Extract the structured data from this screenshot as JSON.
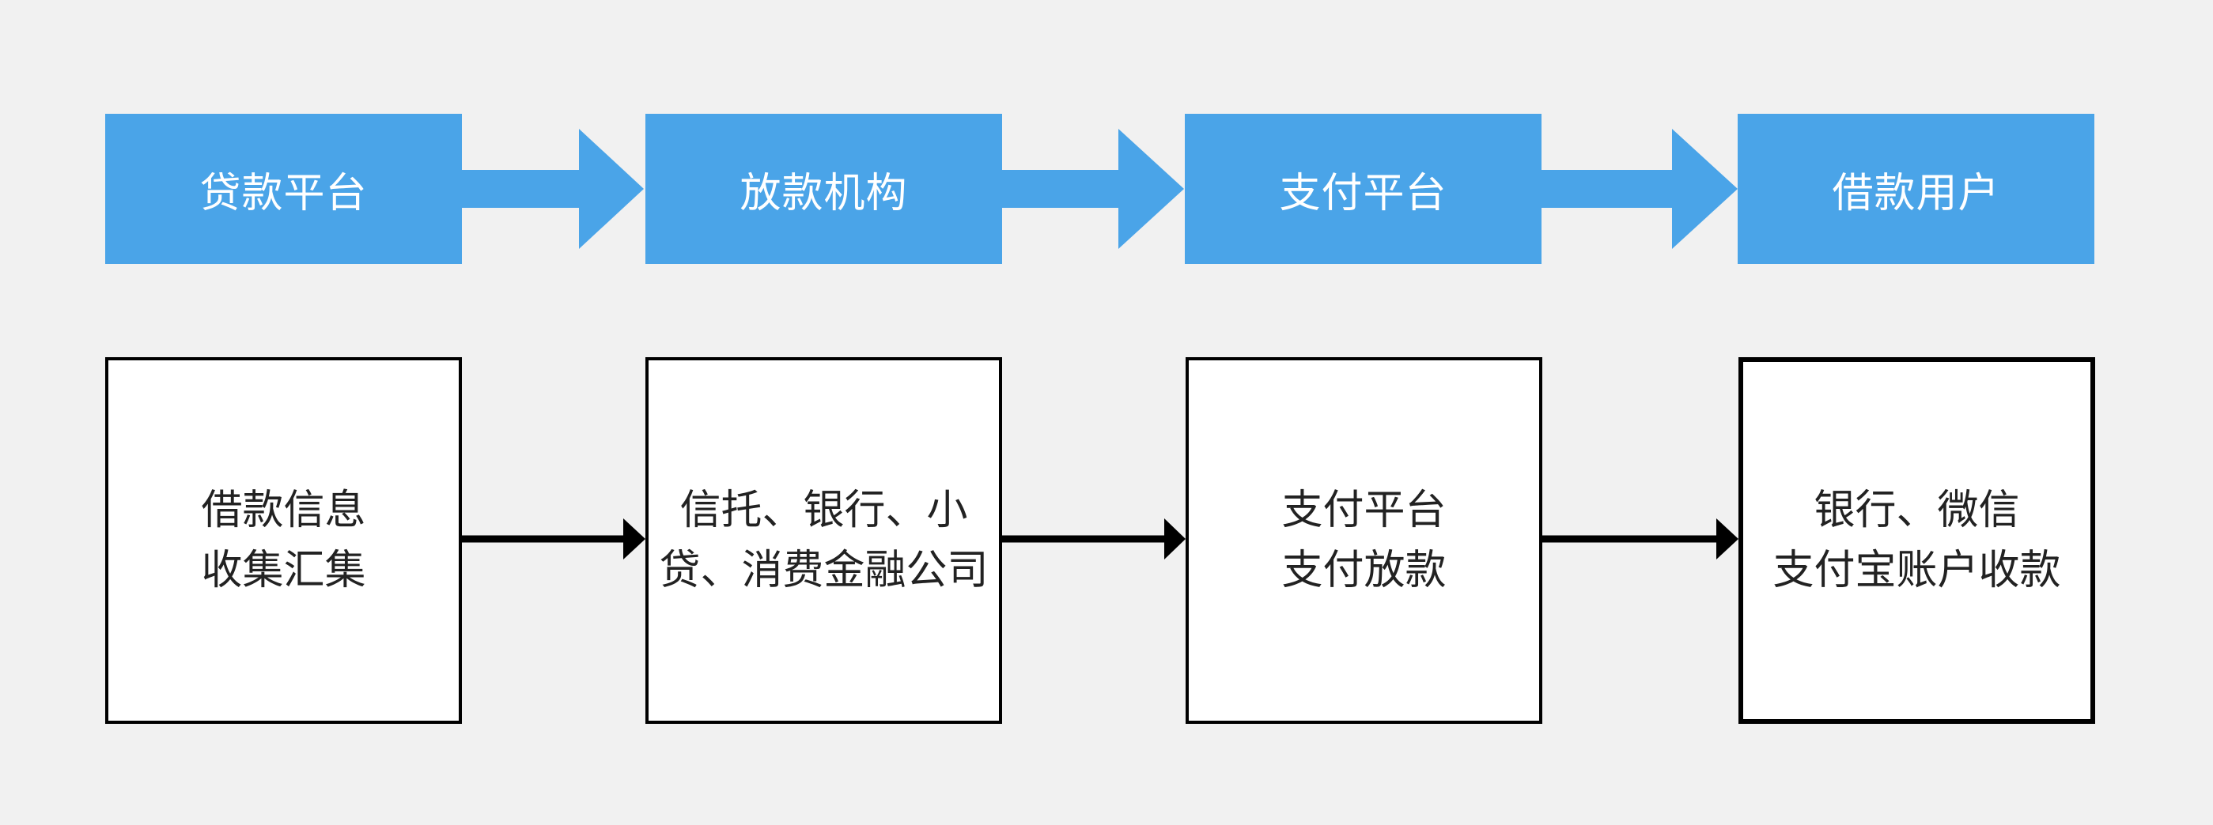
{
  "stages": [
    {
      "label": "贷款平台"
    },
    {
      "label": "放款机构"
    },
    {
      "label": "支付平台"
    },
    {
      "label": "借款用户"
    }
  ],
  "details": [
    {
      "line1": "借款信息",
      "line2": "收集汇集"
    },
    {
      "line1": "信托、银行、小",
      "line2": "贷、消费金融公司"
    },
    {
      "line1": "支付平台",
      "line2": "支付放款"
    },
    {
      "line1": "银行、微信",
      "line2": "支付宝账户收款"
    }
  ],
  "colors": {
    "stage_fill": "#4aa4e8",
    "stage_text": "#ffffff",
    "detail_fill": "#ffffff",
    "detail_border": "#000000",
    "background": "#f1f1f1"
  }
}
